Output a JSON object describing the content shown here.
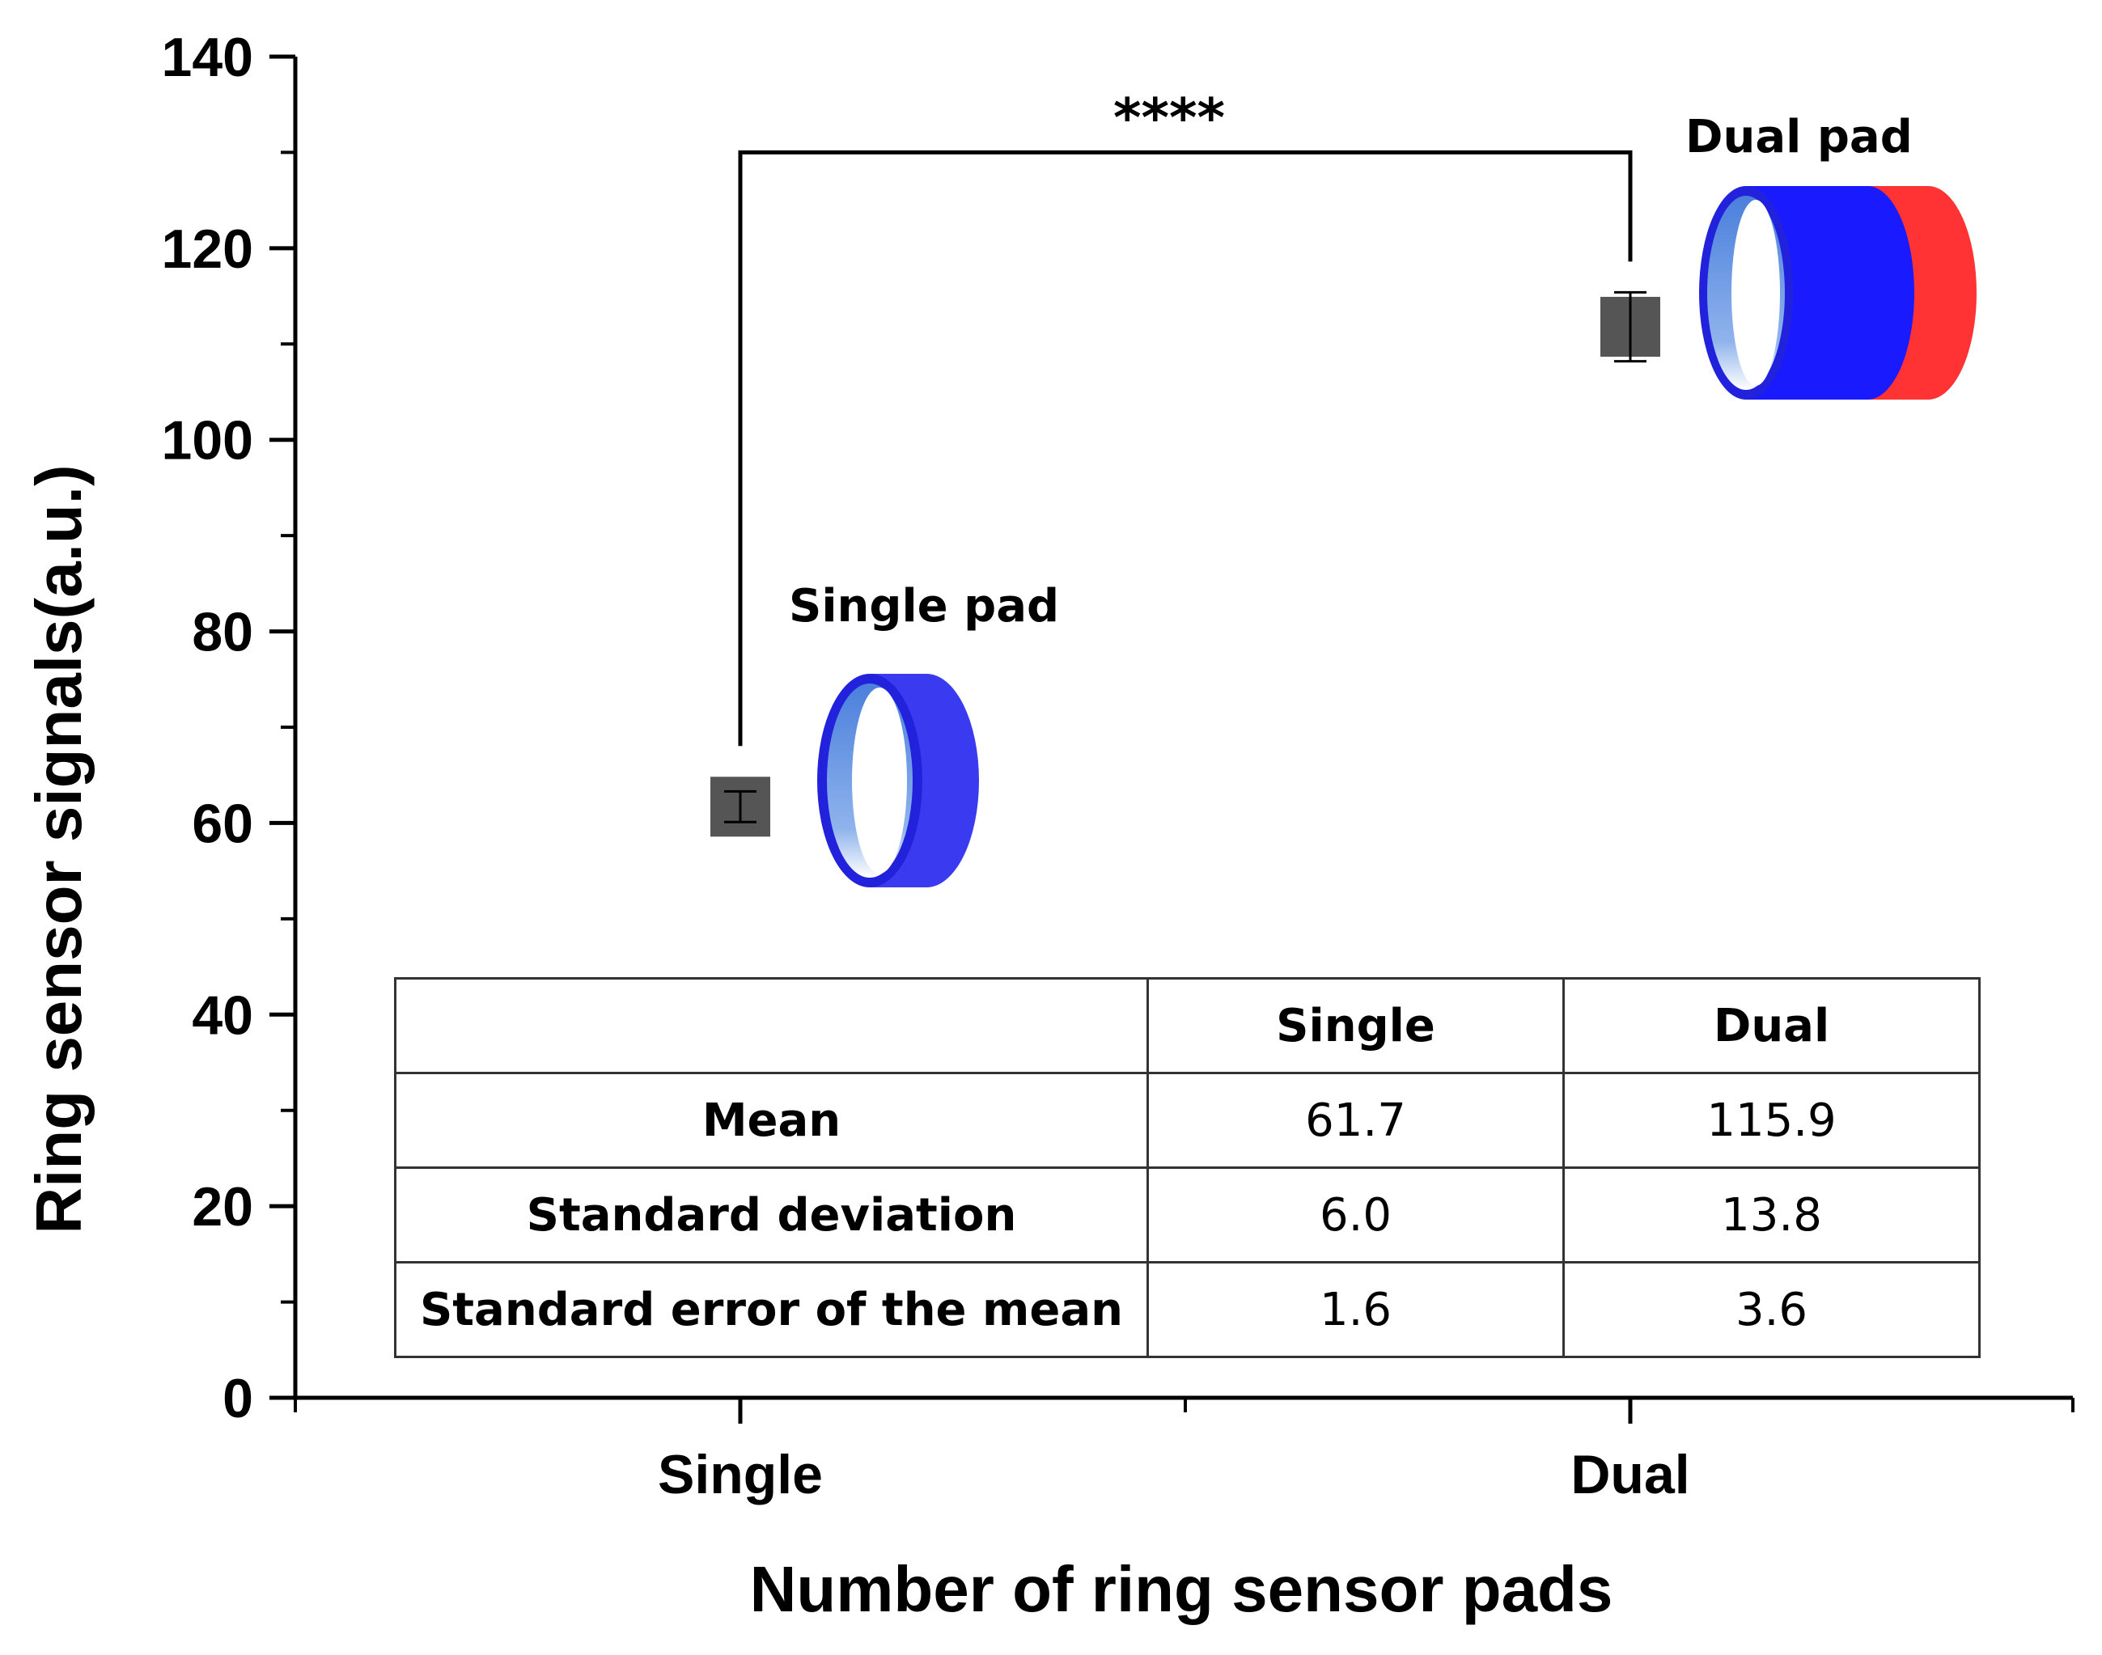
{
  "chart_data": {
    "type": "scatter",
    "xlabel": "Number of ring sensor pads",
    "ylabel": "Ring sensor signals(a.u.)",
    "categories": [
      "Single",
      "Dual"
    ],
    "ylim": [
      0,
      140
    ],
    "yticks": [
      0,
      20,
      40,
      60,
      80,
      100,
      120,
      140
    ],
    "points": [
      {
        "category": "Single",
        "y": 61.7,
        "error": 1.6,
        "color": "#555555"
      },
      {
        "category": "Dual",
        "y": 111.8,
        "error": 3.6,
        "color": "#555555"
      }
    ],
    "significance": {
      "from": "Single",
      "to": "Dual",
      "label": "****",
      "y": 130
    },
    "annotations": {
      "single_label": "Single pad",
      "dual_label": "Dual pad"
    },
    "colors": {
      "ring_blue": "#3333ee",
      "ring_inner": "#5b8fe0",
      "ring_red": "#ff3b3b"
    },
    "table": {
      "columns": [
        "",
        "Single",
        "Dual"
      ],
      "rows": [
        {
          "label": "Mean",
          "single": "61.7",
          "dual": "115.9"
        },
        {
          "label": "Standard deviation",
          "single": "6.0",
          "dual": "13.8"
        },
        {
          "label": "Standard error of the mean",
          "single": "1.6",
          "dual": "3.6"
        }
      ]
    }
  }
}
